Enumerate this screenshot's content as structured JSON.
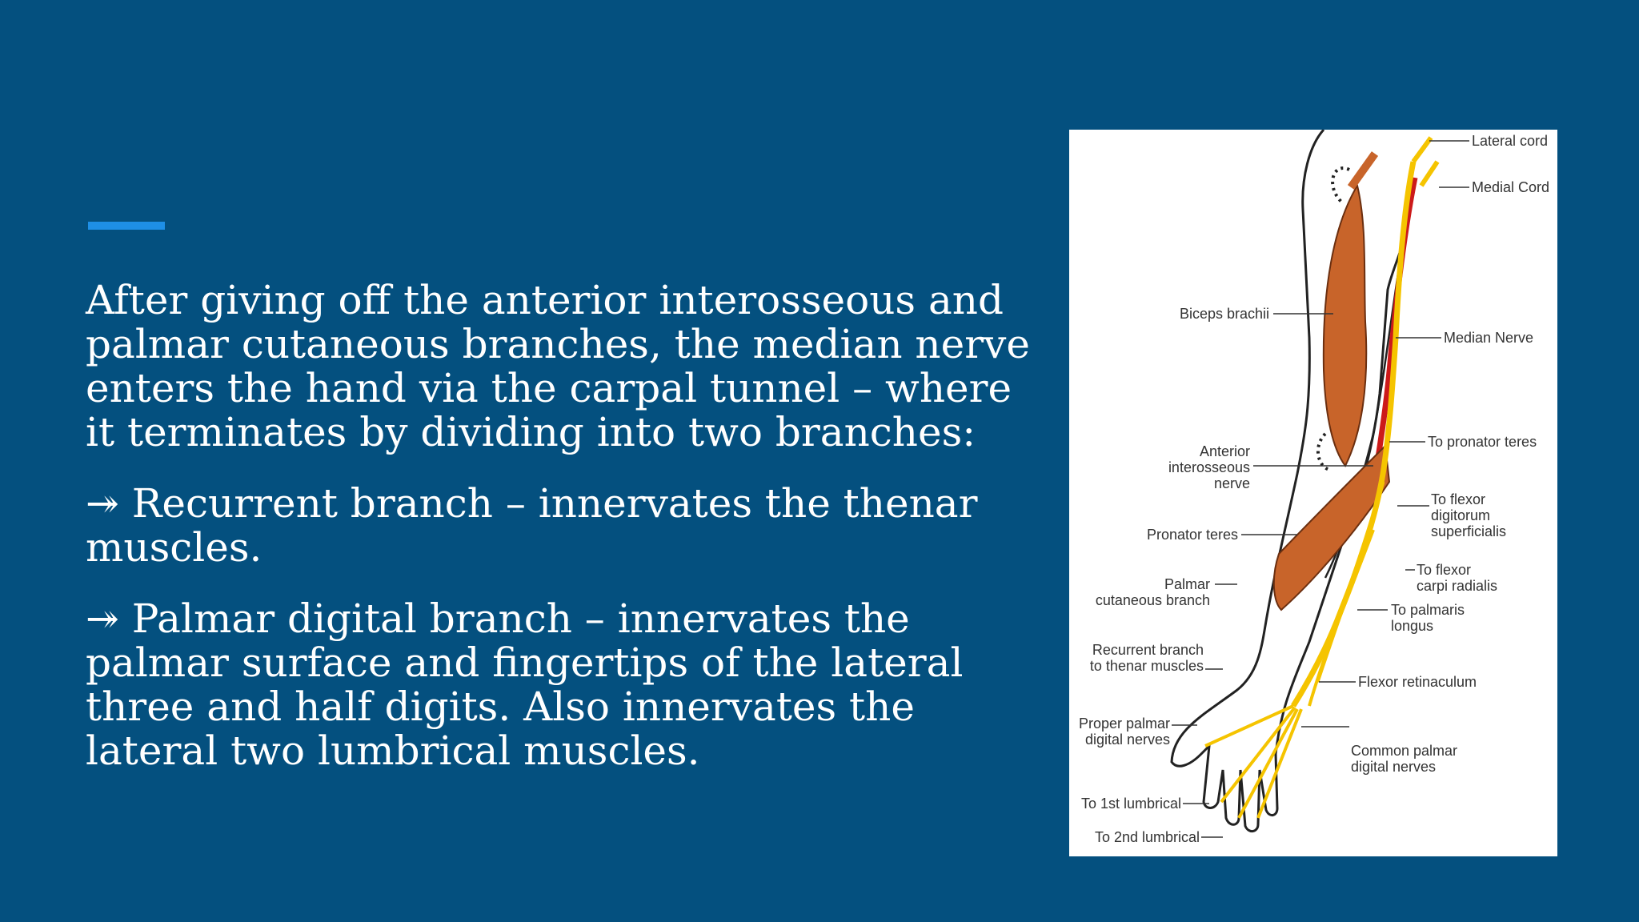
{
  "slide": {
    "paragraphs": [
      "After giving off the anterior interosseous and palmar cutaneous branches, the median nerve enters the hand via the carpal tunnel – where it terminates by dividing into two branches:",
      "↠ Recurrent branch – innervates the thenar muscles.",
      "↠ Palmar digital branch – innervates the palmar surface and fingertips of the lateral three and half digits. Also innervates the lateral two lumbrical muscles."
    ]
  },
  "figure": {
    "labels": {
      "lateral_cord": "Lateral cord",
      "medial_cord": "Medial Cord",
      "biceps_brachii": "Biceps brachii",
      "median_nerve": "Median Nerve",
      "to_pronator_teres": "To pronator teres",
      "anterior_interosseous_1": "Anterior",
      "anterior_interosseous_2": "interosseous",
      "anterior_interosseous_3": "nerve",
      "to_fds_1": "To flexor",
      "to_fds_2": "digitorum",
      "to_fds_3": "superficialis",
      "pronator_teres": "Pronator teres",
      "to_fcr_1": "To flexor",
      "to_fcr_2": "carpi radialis",
      "palmar_cutaneous_1": "Palmar",
      "palmar_cutaneous_2": "cutaneous branch",
      "to_palmaris_1": "To palmaris",
      "to_palmaris_2": "longus",
      "recurrent_1": "Recurrent branch",
      "recurrent_2": "to thenar muscles",
      "flexor_retinaculum": "Flexor retinaculum",
      "proper_palmar_1": "Proper palmar",
      "proper_palmar_2": "digital nerves",
      "common_palmar_1": "Common palmar",
      "common_palmar_2": "digital nerves",
      "to_1st_lumbrical": "To 1st lumbrical",
      "to_2nd_lumbrical": "To 2nd lumbrical"
    }
  },
  "colors": {
    "background": "#04507f",
    "accent": "#1e8fe6",
    "nerve": "#f5c400",
    "muscle": "#c8642a",
    "artery": "#cc1a1a"
  }
}
